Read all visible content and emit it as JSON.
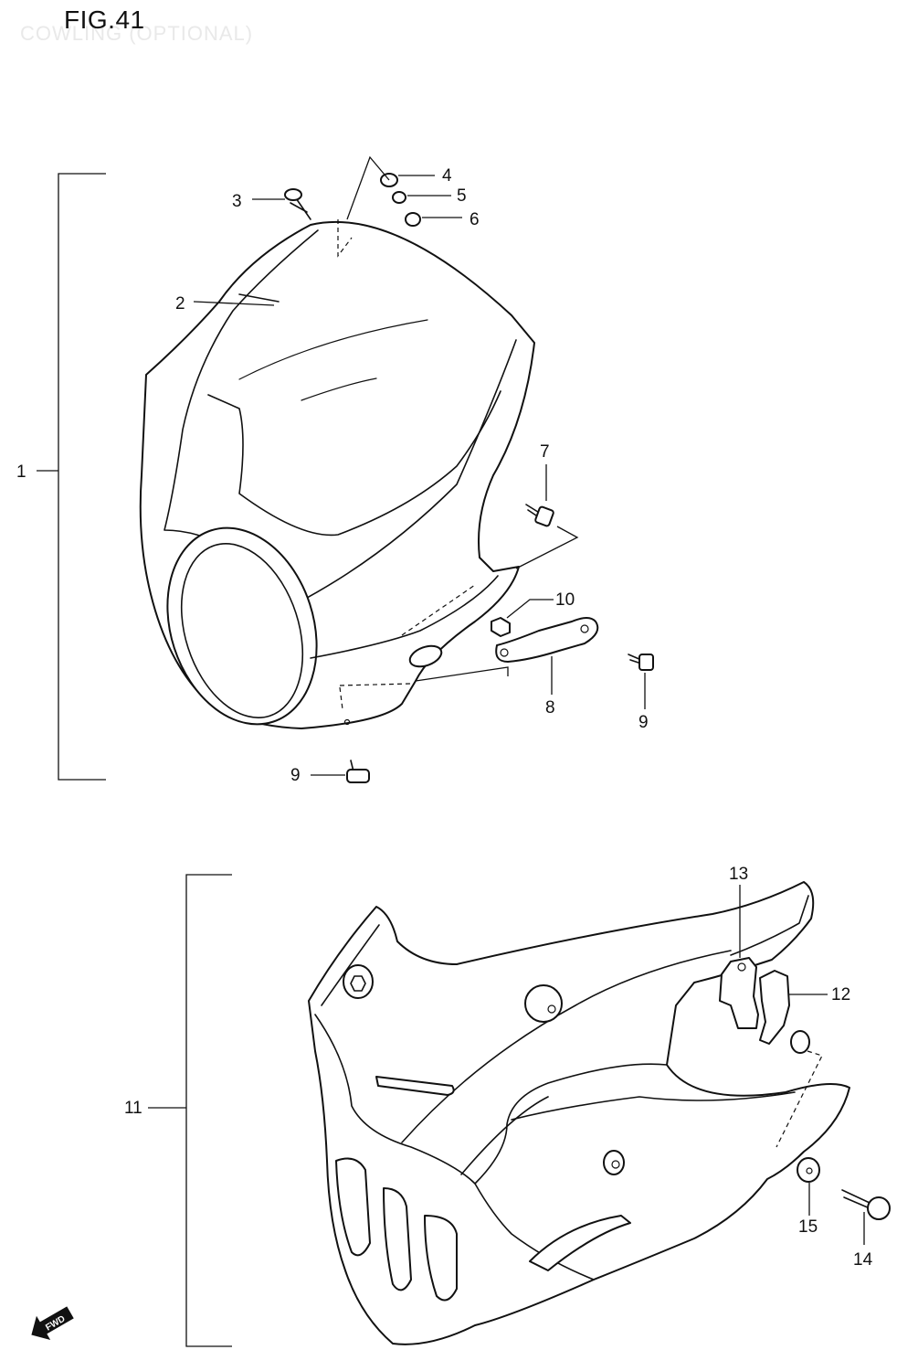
{
  "figure": {
    "title": "FIG.41",
    "subtitle": "COWLING (OPTIONAL)"
  },
  "callouts": {
    "c1": "1",
    "c2": "2",
    "c3": "3",
    "c4": "4",
    "c5": "5",
    "c6": "6",
    "c7": "7",
    "c8": "8",
    "c9a": "9",
    "c9b": "9",
    "c10": "10",
    "c11": "11",
    "c12": "12",
    "c13": "13",
    "c14": "14",
    "c15": "15"
  },
  "fwd_badge": "FWD"
}
